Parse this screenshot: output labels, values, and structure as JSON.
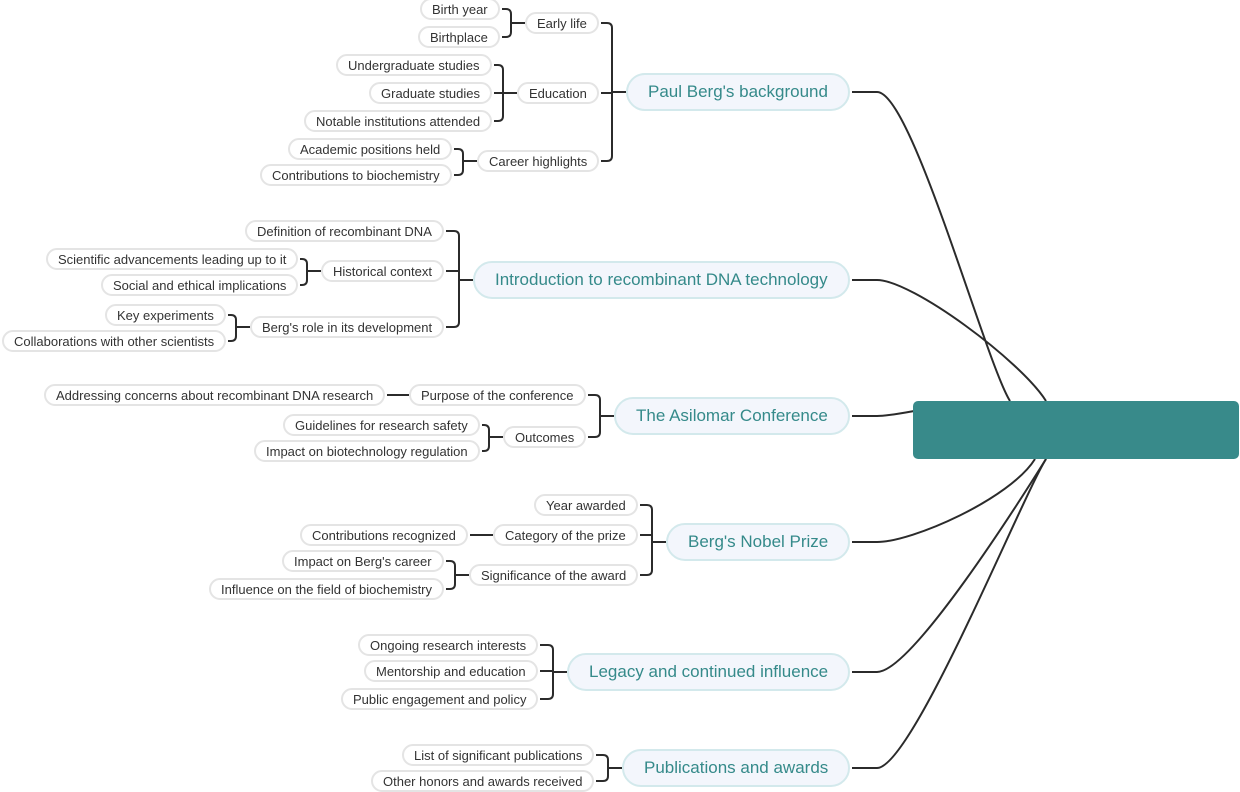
{
  "central": {
    "label": "",
    "color": "#388a8a"
  },
  "colors": {
    "main_text": "#358a8a",
    "main_fill": "#f3f6fc",
    "main_border": "#d3e9ec",
    "leaf_border": "#e4e4e4",
    "line": "#2b2b2b"
  },
  "topics": [
    {
      "label": "Paul Berg's background",
      "children": [
        {
          "label": "Early life",
          "children": [
            {
              "label": "Birth year"
            },
            {
              "label": "Birthplace"
            }
          ]
        },
        {
          "label": "Education",
          "children": [
            {
              "label": "Undergraduate studies"
            },
            {
              "label": "Graduate studies"
            },
            {
              "label": "Notable institutions attended"
            }
          ]
        },
        {
          "label": "Career highlights",
          "children": [
            {
              "label": "Academic positions held"
            },
            {
              "label": "Contributions to biochemistry"
            }
          ]
        }
      ]
    },
    {
      "label": "Introduction to recombinant DNA technology",
      "children": [
        {
          "label": "Definition of recombinant DNA",
          "children": []
        },
        {
          "label": "Historical context",
          "children": [
            {
              "label": "Scientific advancements leading up to it"
            },
            {
              "label": "Social and ethical implications"
            }
          ]
        },
        {
          "label": "Berg's role in its development",
          "children": [
            {
              "label": "Key experiments"
            },
            {
              "label": "Collaborations with other scientists"
            }
          ]
        }
      ]
    },
    {
      "label": "The Asilomar Conference",
      "children": [
        {
          "label": "Purpose of the conference",
          "children": [
            {
              "label": "Addressing concerns about recombinant DNA research"
            }
          ]
        },
        {
          "label": "Outcomes",
          "children": [
            {
              "label": "Guidelines for research safety"
            },
            {
              "label": "Impact on biotechnology regulation"
            }
          ]
        }
      ]
    },
    {
      "label": "Berg's Nobel Prize",
      "children": [
        {
          "label": "Year awarded",
          "children": []
        },
        {
          "label": "Category of the prize",
          "children": [
            {
              "label": "Contributions recognized"
            }
          ]
        },
        {
          "label": "Significance of the award",
          "children": [
            {
              "label": "Impact on Berg's career"
            },
            {
              "label": "Influence on the field of biochemistry"
            }
          ]
        }
      ]
    },
    {
      "label": "Legacy and continued influence",
      "children": [
        {
          "label": "Ongoing research interests",
          "children": []
        },
        {
          "label": "Mentorship and education",
          "children": []
        },
        {
          "label": "Public engagement and policy",
          "children": []
        }
      ]
    },
    {
      "label": "Publications and awards",
      "children": [
        {
          "label": "List of significant publications",
          "children": []
        },
        {
          "label": "Other honors and awards received",
          "children": []
        }
      ]
    }
  ]
}
